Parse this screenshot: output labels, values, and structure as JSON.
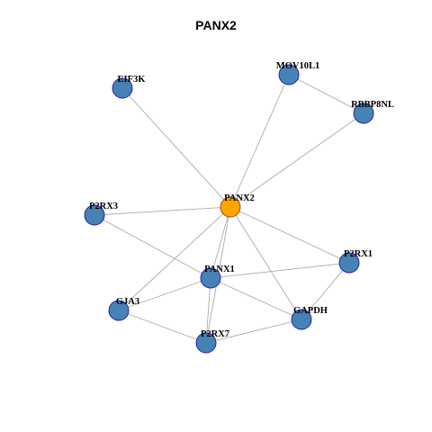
{
  "title": "PANX2",
  "colors": {
    "center_node": "#FFA500",
    "center_stroke": "#8B4513",
    "node": "#4682B4",
    "node_stroke": "#1a1aa6",
    "edge": "#AAAAAA"
  },
  "nodes": [
    {
      "id": "PANX2",
      "label": "PANX2",
      "center": true
    },
    {
      "id": "EIF3K",
      "label": "EIF3K"
    },
    {
      "id": "MOV10L1",
      "label": "MOV10L1"
    },
    {
      "id": "RBBP8NL",
      "label": "RBBP8NL"
    },
    {
      "id": "P2RX3",
      "label": "P2RX3"
    },
    {
      "id": "P2RX1",
      "label": "P2RX1"
    },
    {
      "id": "PANX1",
      "label": "PANX1"
    },
    {
      "id": "GJA3",
      "label": "GJA3"
    },
    {
      "id": "GAPDH",
      "label": "GAPDH"
    },
    {
      "id": "P2RX7",
      "label": "P2RX7"
    }
  ],
  "edges": [
    [
      "PANX2",
      "EIF3K"
    ],
    [
      "PANX2",
      "MOV10L1"
    ],
    [
      "PANX2",
      "RBBP8NL"
    ],
    [
      "MOV10L1",
      "RBBP8NL"
    ],
    [
      "PANX2",
      "P2RX3"
    ],
    [
      "PANX2",
      "P2RX1"
    ],
    [
      "PANX2",
      "PANX1"
    ],
    [
      "PANX2",
      "GJA3"
    ],
    [
      "PANX2",
      "GAPDH"
    ],
    [
      "PANX2",
      "P2RX7"
    ],
    [
      "P2RX3",
      "PANX1"
    ],
    [
      "PANX1",
      "P2RX1"
    ],
    [
      "PANX1",
      "GJA3"
    ],
    [
      "PANX1",
      "GAPDH"
    ],
    [
      "PANX1",
      "P2RX7"
    ],
    [
      "P2RX1",
      "GAPDH"
    ],
    [
      "GJA3",
      "P2RX7"
    ],
    [
      "P2RX7",
      "GAPDH"
    ]
  ]
}
